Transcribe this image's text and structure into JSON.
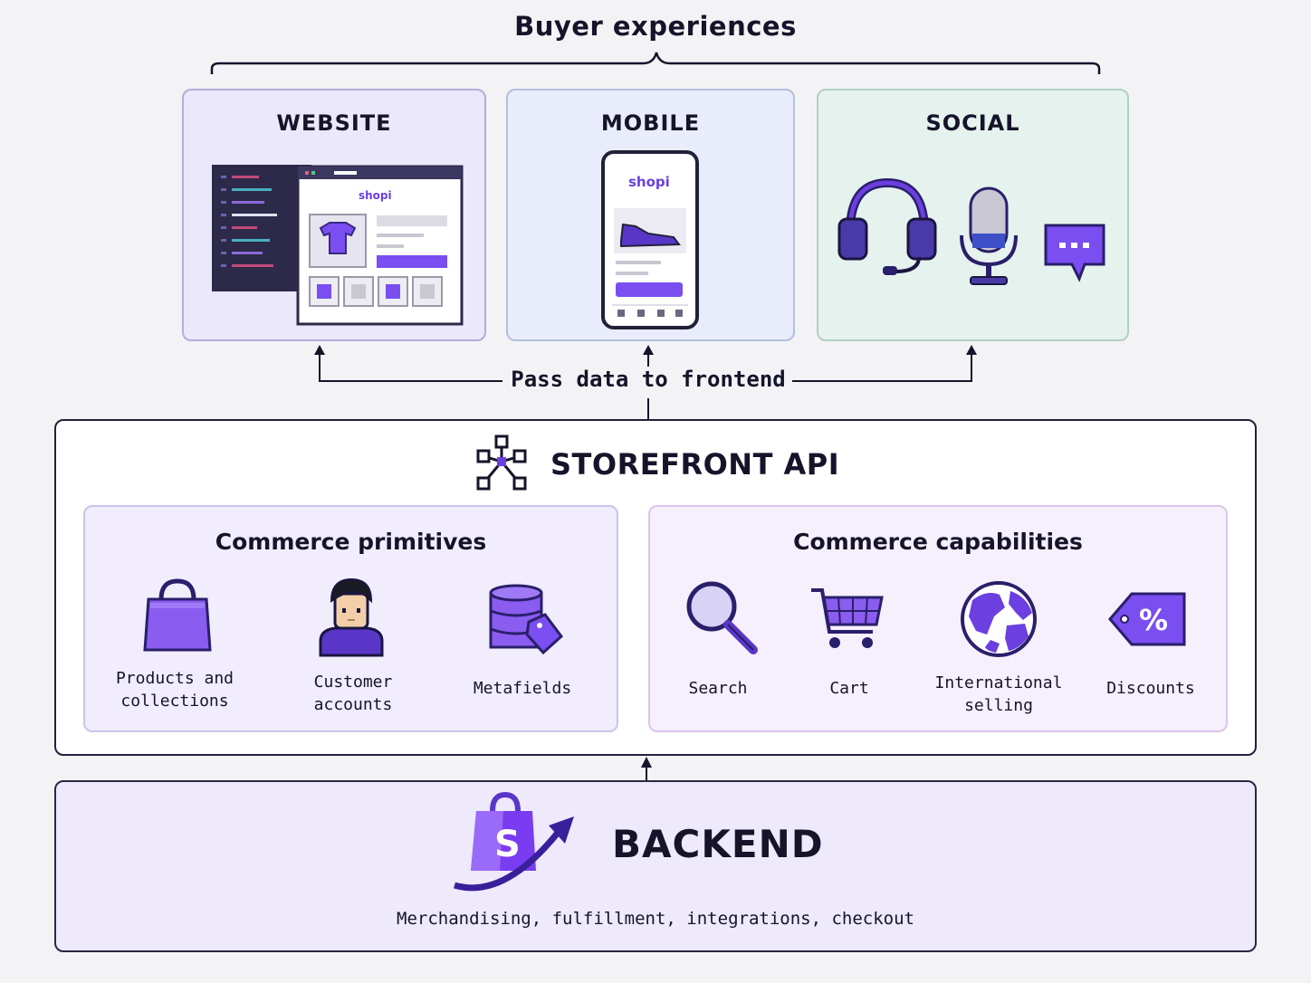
{
  "top": {
    "title": "Buyer experiences"
  },
  "channels": [
    {
      "label": "WEBSITE",
      "icon": "website-storefront-icon",
      "logo_text": "shopi"
    },
    {
      "label": "MOBILE",
      "icon": "mobile-phone-icon",
      "logo_text": "shopi"
    },
    {
      "label": "SOCIAL",
      "icons": [
        "headset-icon",
        "microphone-icon",
        "chat-bubble-icon"
      ]
    }
  ],
  "connector": {
    "label": "Pass data to frontend"
  },
  "api": {
    "title": "STOREFRONT API",
    "icon": "network-graph-icon",
    "primitives": {
      "title": "Commerce primitives",
      "items": [
        {
          "label_line1": "Products and",
          "label_line2": "collections",
          "icon": "shopping-bag-icon"
        },
        {
          "label_line1": "Customer",
          "label_line2": "accounts",
          "icon": "customer-avatar-icon"
        },
        {
          "label_line1": "Metafields",
          "label_line2": "",
          "icon": "database-tag-icon"
        }
      ]
    },
    "capabilities": {
      "title": "Commerce capabilities",
      "items": [
        {
          "label_line1": "Search",
          "label_line2": "",
          "icon": "magnifier-icon"
        },
        {
          "label_line1": "Cart",
          "label_line2": "",
          "icon": "cart-icon"
        },
        {
          "label_line1": "International",
          "label_line2": "selling",
          "icon": "globe-icon"
        },
        {
          "label_line1": "Discounts",
          "label_line2": "",
          "icon": "discount-tag-icon"
        }
      ]
    }
  },
  "backend": {
    "title": "BACKEND",
    "subtitle": "Merchandising, fulfillment, integrations, checkout",
    "icon": "shop-bag-logo-icon",
    "logo_letter": "S"
  },
  "colors": {
    "accent": "#6b3fe0",
    "dark": "#15142a",
    "website_bg": "#ece8fb",
    "mobile_bg": "#e9edfb",
    "social_bg": "#e5f2ee"
  }
}
